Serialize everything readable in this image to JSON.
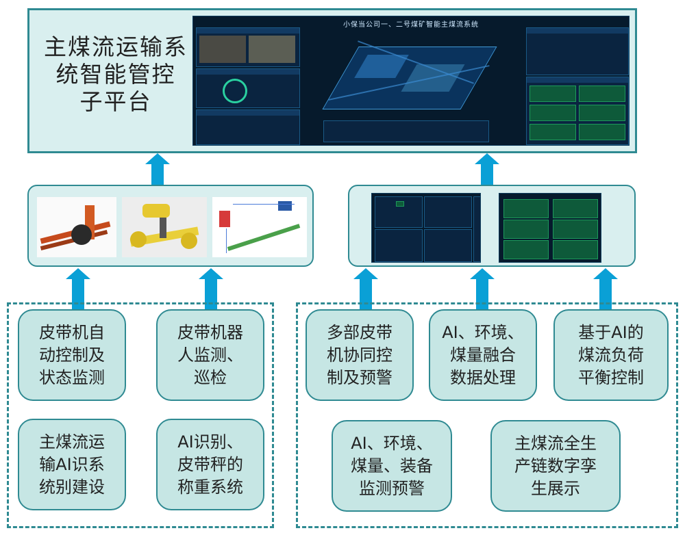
{
  "top_panel": {
    "title_lines": [
      "主煤流运输系",
      "统智能管控",
      "子平台"
    ],
    "dashboard_title": "小保当公司一、二号煤矿智能主煤流系统"
  },
  "left_group": {
    "photos": [
      "conveyor-photo",
      "inspection-robot-photo",
      "belt-scale-schematic"
    ],
    "features": [
      "皮带机自\n动控制及\n状态监测",
      "皮带机器\n人监测、\n巡检",
      "主煤流运\n输AI识系\n统别建设",
      "AI识别、\n皮带秤的\n称重系统"
    ]
  },
  "right_group": {
    "screens": [
      "alarm-dashboard-screenshot",
      "load-balance-dashboard-screenshot"
    ],
    "features": [
      "多部皮带\n机协同控\n制及预警",
      "AI、环境、\n煤量融合\n数据处理",
      "基于AI的\n煤流负荷\n平衡控制",
      "AI、环境、\n煤量、装备\n监测预警",
      "主煤流全生\n产链数字孪\n生展示"
    ]
  },
  "colors": {
    "teal_border": "#2f8a92",
    "box_fill": "#d9efef",
    "feature_fill": "#c6e6e4",
    "arrow": "#0aa0d6",
    "dashboard_bg": "#061a2c"
  }
}
